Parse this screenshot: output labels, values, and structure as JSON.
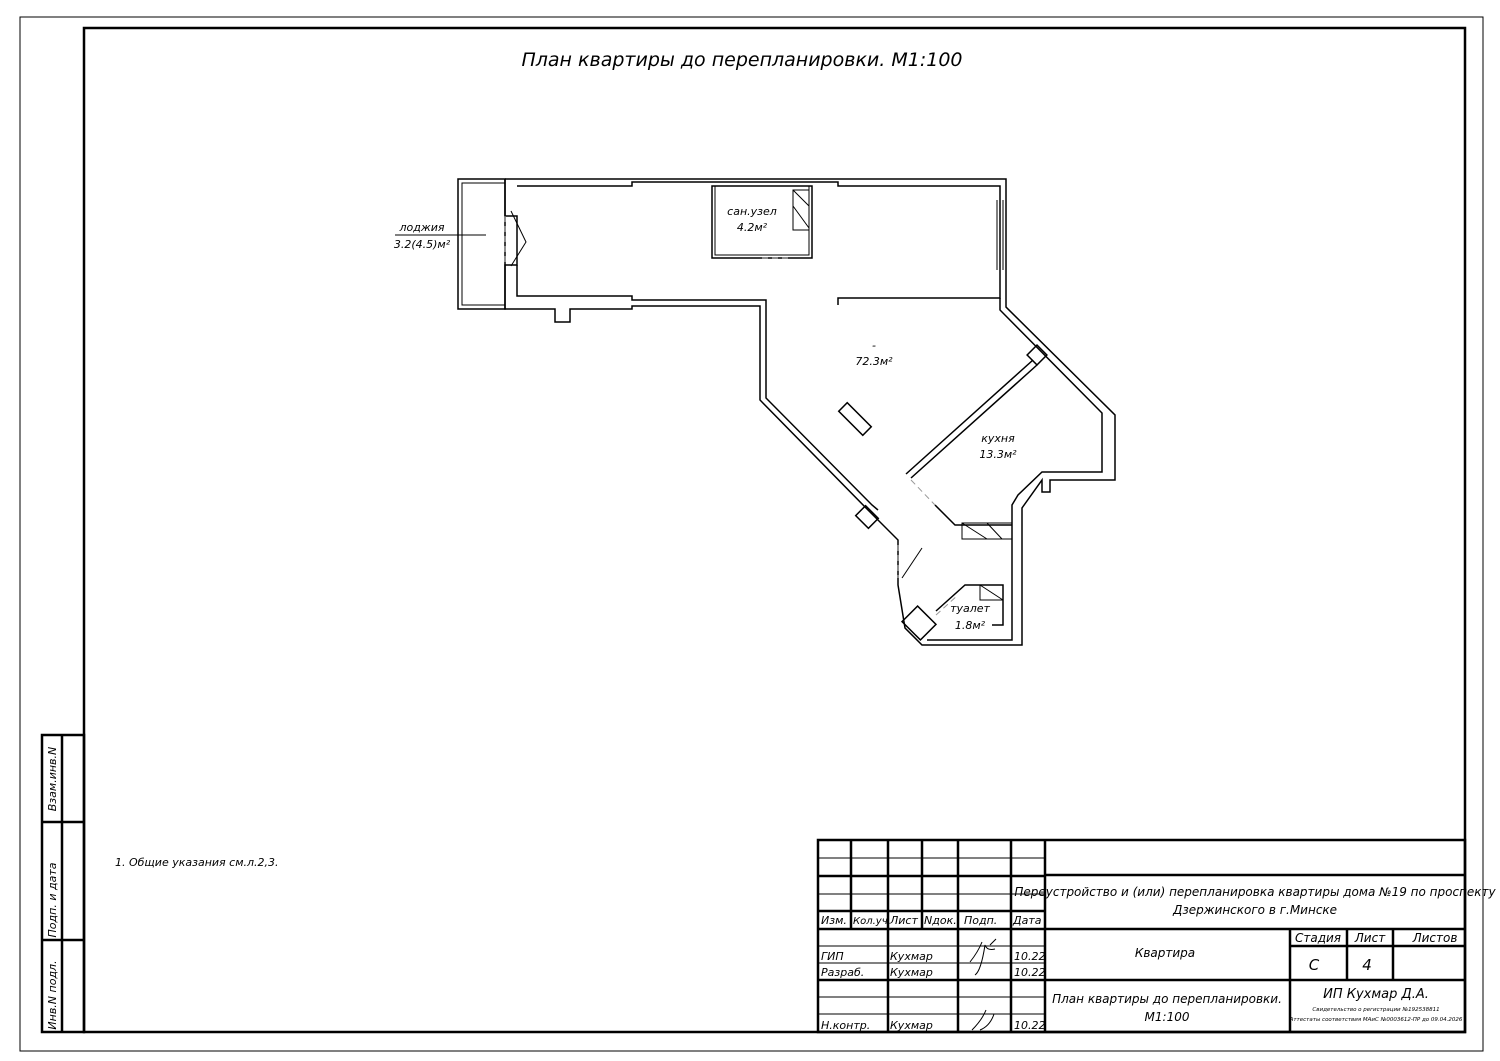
{
  "drawing": {
    "title": "План квартиры до перепланировки. М1:100",
    "rooms": {
      "loggia_name": "лоджия",
      "loggia_area": "3.2(4.5)м²",
      "bathroom_name": "сан.узел",
      "bathroom_area": "4.2м²",
      "living_name": "-",
      "living_area": "72.3м²",
      "kitchen_name": "кухня",
      "kitchen_area": "13.3м²",
      "toilet_name": "туалет",
      "toilet_area": "1.8м²"
    },
    "note": "1. Общие указания см.л.2,3."
  },
  "side_stamp": {
    "vzam": "Взам.инв.N",
    "podp": "Подп. и дата",
    "inv": "Инв.N подл."
  },
  "title_block": {
    "headers": [
      "Изм.",
      "Кол.уч.",
      "Лист",
      "Nдок.",
      "Подп.",
      "Дата"
    ],
    "rows": [
      {
        "role": "ГИП",
        "name": "Кухмар",
        "date": "10.22"
      },
      {
        "role": "Разраб.",
        "name": "Кухмар",
        "date": "10.22"
      },
      {
        "role": "Н.контр.",
        "name": "Кухмар",
        "date": "10.22"
      }
    ],
    "project_line1": "Переустройство и (или) перепланировка квартиры дома №19 по проспекту",
    "project_line2": "Дзержинского в г.Минске",
    "object": "Квартира",
    "stage_label": "Стадия",
    "sheet_label": "Лист",
    "sheets_label": "Листов",
    "stage": "С",
    "sheet": "4",
    "sheet_title_line1": "План квартиры до перепланировки.",
    "sheet_title_line2": "М1:100",
    "company": "ИП Кухмар Д.А.",
    "registration": "Свидетельство о регистрации №192538811",
    "certificate": "Аттестаты соответствия МАиС №0003612-ПР до 09.04.2026"
  }
}
